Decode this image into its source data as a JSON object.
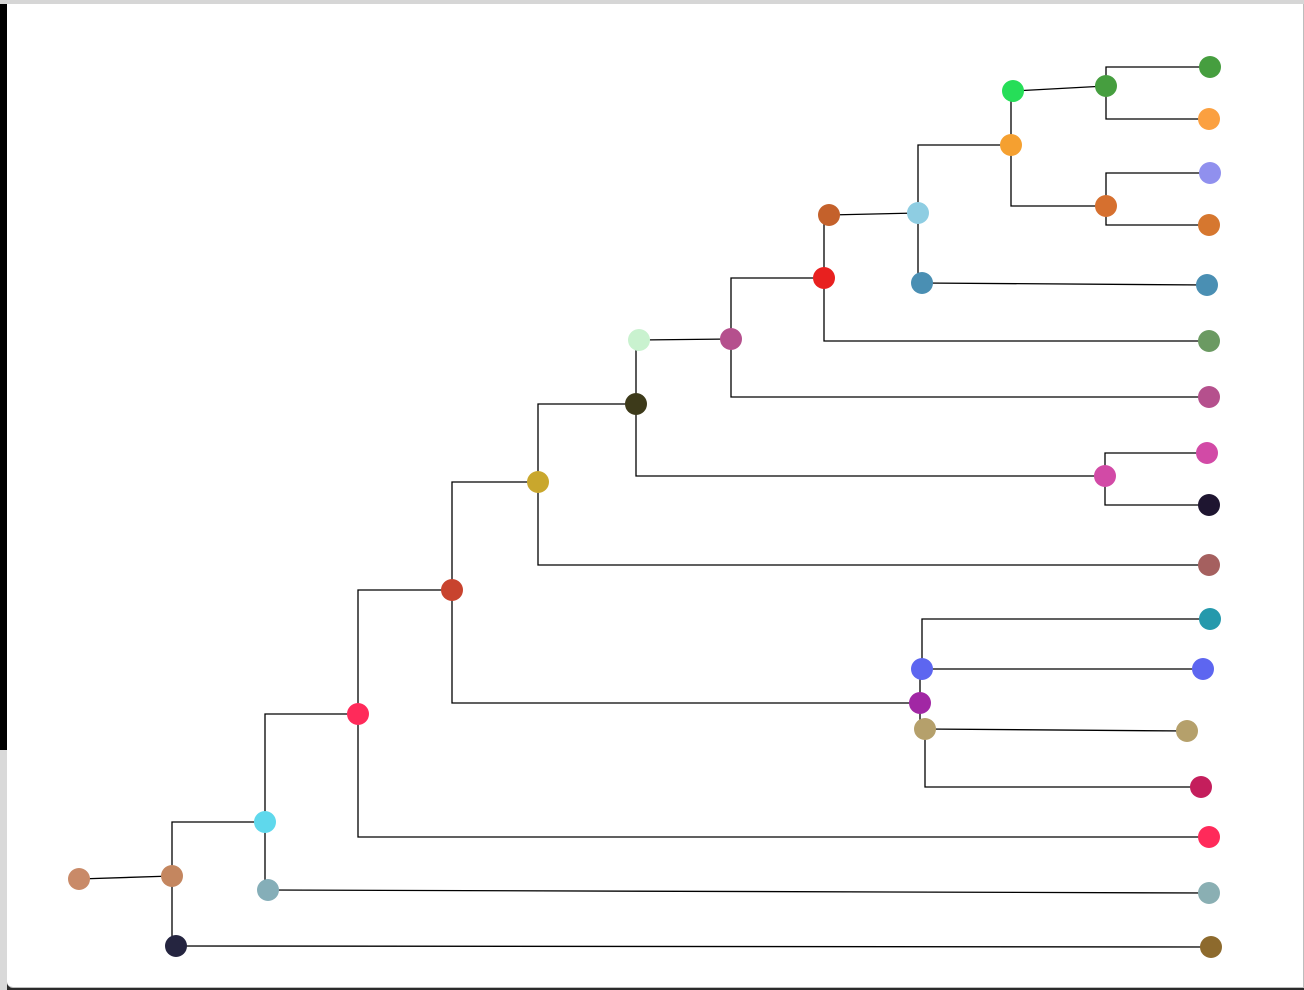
{
  "diagram": {
    "type": "tree",
    "nodes": [
      {
        "id": "root",
        "color": "#c98a68"
      },
      {
        "id": "n1",
        "color": "#c4865f"
      },
      {
        "id": "n2",
        "color": "#5fd8ec"
      },
      {
        "id": "n3",
        "color": "#ff2a5a"
      },
      {
        "id": "n4",
        "color": "#c8432e"
      },
      {
        "id": "n5",
        "color": "#c9a72d"
      },
      {
        "id": "n6",
        "color": "#3d3a1a"
      },
      {
        "id": "n7",
        "color": "#c9f2cf"
      },
      {
        "id": "n8",
        "color": "#b5508d"
      },
      {
        "id": "n9",
        "color": "#e8201f"
      },
      {
        "id": "n10",
        "color": "#c4612b"
      },
      {
        "id": "n11",
        "color": "#8ecde2"
      },
      {
        "id": "n12",
        "color": "#f5a030"
      },
      {
        "id": "n13",
        "color": "#26de58"
      },
      {
        "id": "n14",
        "color": "#469e3f"
      },
      {
        "id": "n15",
        "color": "#d6702f"
      },
      {
        "id": "n16",
        "color": "#4a8fb3"
      },
      {
        "id": "n17",
        "color": "#d24aa6"
      },
      {
        "id": "n18",
        "color": "#a127a4"
      },
      {
        "id": "n19",
        "color": "#5d66f0"
      },
      {
        "id": "n20",
        "color": "#b5a06b"
      },
      {
        "id": "n21",
        "color": "#85aeb8"
      },
      {
        "id": "n22",
        "color": "#252540"
      },
      {
        "id": "leaf1",
        "color": "#469e3f"
      },
      {
        "id": "leaf2",
        "color": "#fba040"
      },
      {
        "id": "leaf3",
        "color": "#9090ee"
      },
      {
        "id": "leaf4",
        "color": "#d6772f"
      },
      {
        "id": "leaf5",
        "color": "#4a8fb3"
      },
      {
        "id": "leaf6",
        "color": "#6b9a62"
      },
      {
        "id": "leaf7",
        "color": "#b5508d"
      },
      {
        "id": "leaf8",
        "color": "#d24aa6"
      },
      {
        "id": "leaf9",
        "color": "#1e1530"
      },
      {
        "id": "leaf10",
        "color": "#a5605f"
      },
      {
        "id": "leaf11",
        "color": "#2599ac"
      },
      {
        "id": "leaf12",
        "color": "#5d66f0"
      },
      {
        "id": "leaf13",
        "color": "#b5a06b"
      },
      {
        "id": "leaf14",
        "color": "#c41e5c"
      },
      {
        "id": "leaf15",
        "color": "#ff2a5a"
      },
      {
        "id": "leaf16",
        "color": "#8aafb3"
      },
      {
        "id": "leaf17",
        "color": "#8d6a2d"
      }
    ],
    "edges": [
      [
        "root",
        "n1"
      ],
      [
        "n1",
        "n2"
      ],
      [
        "n1",
        "n22"
      ],
      [
        "n2",
        "n3"
      ],
      [
        "n2",
        "n21"
      ],
      [
        "n3",
        "n4"
      ],
      [
        "n3",
        "leaf15"
      ],
      [
        "n4",
        "n5"
      ],
      [
        "n4",
        "n18"
      ],
      [
        "n5",
        "n6"
      ],
      [
        "n5",
        "leaf10"
      ],
      [
        "n6",
        "n7"
      ],
      [
        "n6",
        "n17"
      ],
      [
        "n7",
        "n8"
      ],
      [
        "n8",
        "n9"
      ],
      [
        "n8",
        "leaf7"
      ],
      [
        "n9",
        "n10"
      ],
      [
        "n9",
        "leaf6"
      ],
      [
        "n10",
        "n11"
      ],
      [
        "n11",
        "n12"
      ],
      [
        "n11",
        "n16"
      ],
      [
        "n12",
        "n13"
      ],
      [
        "n12",
        "n15"
      ],
      [
        "n13",
        "n14"
      ],
      [
        "n14",
        "leaf1"
      ],
      [
        "n14",
        "leaf2"
      ],
      [
        "n15",
        "leaf3"
      ],
      [
        "n15",
        "leaf4"
      ],
      [
        "n16",
        "leaf5"
      ],
      [
        "n17",
        "leaf8"
      ],
      [
        "n17",
        "leaf9"
      ],
      [
        "n18",
        "n19"
      ],
      [
        "n18",
        "n20"
      ],
      [
        "n19",
        "leaf11"
      ],
      [
        "n19",
        "leaf12"
      ],
      [
        "n20",
        "leaf13"
      ],
      [
        "n20",
        "leaf14"
      ],
      [
        "n21",
        "leaf16"
      ],
      [
        "n22",
        "leaf17"
      ]
    ]
  }
}
